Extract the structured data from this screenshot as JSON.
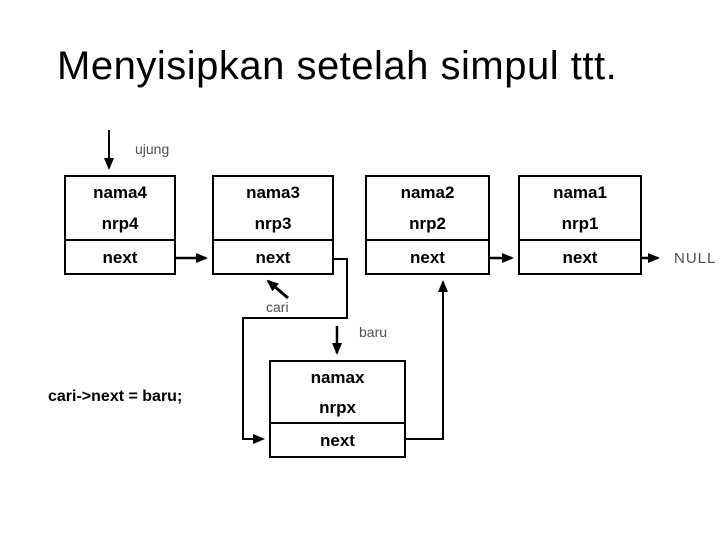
{
  "slide": {
    "title": "Menyisipkan setelah simpul ttt.",
    "background_color": "#ffffff",
    "title_color": "#000000"
  },
  "pointer_labels": {
    "ujung": "ujung",
    "cari": "cari",
    "baru": "baru",
    "null": "NULL"
  },
  "code_statement": "cari->next = baru;",
  "nodes": [
    {
      "name": "nama4",
      "nrp": "nrp4",
      "next": "next"
    },
    {
      "name": "nama3",
      "nrp": "nrp3",
      "next": "next"
    },
    {
      "name": "nama2",
      "nrp": "nrp2",
      "next": "next"
    },
    {
      "name": "nama1",
      "nrp": "nrp1",
      "next": "next"
    }
  ],
  "new_node": {
    "name": "namax",
    "nrp": "nrpx",
    "next": "next"
  },
  "colors": {
    "line": "#000000",
    "label_text": "#4f4f4f",
    "node_border": "#000000",
    "node_text": "#000000"
  }
}
